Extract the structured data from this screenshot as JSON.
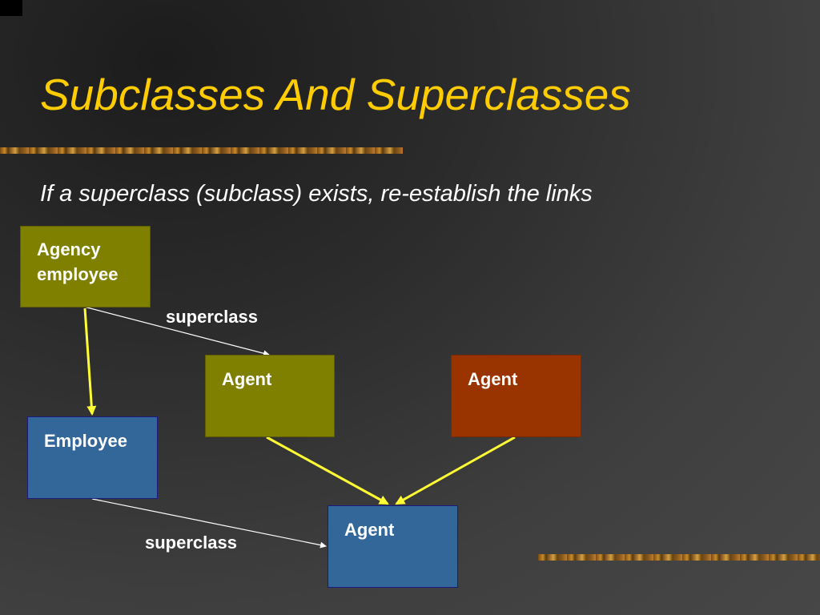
{
  "title": "Subclasses And Superclasses",
  "subtitle": "If a superclass (subclass) exists, re-establish the links",
  "nodes": {
    "agency_employee": {
      "line1": "Agency",
      "line2": "employee"
    },
    "agent_top_left": {
      "label": "Agent"
    },
    "agent_top_right": {
      "label": "Agent"
    },
    "employee": {
      "label": "Employee"
    },
    "agent_bottom": {
      "label": "Agent"
    }
  },
  "edge_labels": {
    "top": "superclass",
    "bottom": "superclass"
  },
  "colors": {
    "title": "#ffcc00",
    "olive_box": "#808000",
    "rust_box": "#993300",
    "blue_box": "#336699",
    "arrow_yellow": "#ffff33",
    "arrow_white": "#ffffff"
  }
}
